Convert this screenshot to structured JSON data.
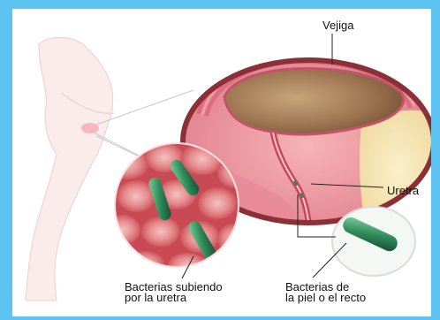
{
  "labels": {
    "bladder": "Vejiga",
    "urethra": "Uretra",
    "bacteria_ascending_line1": "Bacterias subiendo",
    "bacteria_ascending_line2": "por la uretra",
    "bacteria_source_line1": "Bacterias de",
    "bacteria_source_line2": "la piel o el recto"
  },
  "colors": {
    "frame": "#5cc3f2",
    "background": "#ffffff",
    "tissue_pink": "#e98a98",
    "bladder_lumen": "#b08a60",
    "bacteria_green": "#2f8a5a",
    "cell_red": "#d95b60"
  }
}
